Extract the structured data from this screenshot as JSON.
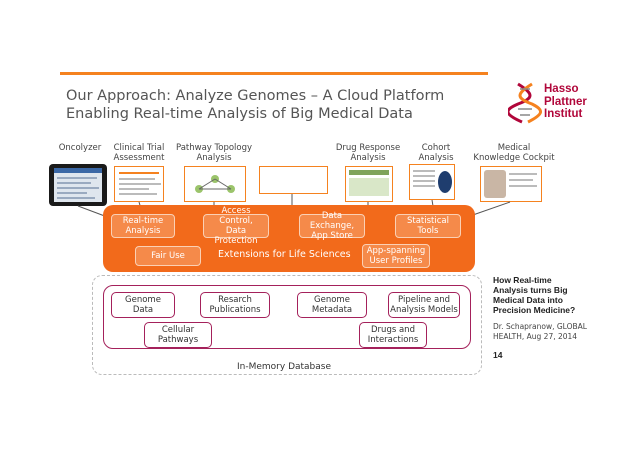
{
  "slide": {
    "title_line1": "Our Approach: Analyze Genomes – A Cloud Platform",
    "title_line2": "Enabling Real-time Analysis of Big Medical Data",
    "logo": {
      "line1": "Hasso",
      "line2": "Plattner",
      "line3": "Institut"
    }
  },
  "apps": [
    {
      "label_line1": "Oncolyzer",
      "label_line2": ""
    },
    {
      "label_line1": "Clinical Trial",
      "label_line2": "Assessment"
    },
    {
      "label_line1": "Pathway Topology",
      "label_line2": "Analysis"
    },
    {
      "label_line1": "Drug Response",
      "label_line2": "Analysis"
    },
    {
      "label_line1": "Cohort",
      "label_line2": "Analysis"
    },
    {
      "label_line1": "Medical",
      "label_line2": "Knowledge Cockpit"
    }
  ],
  "extensions": {
    "label": "Extensions for Life Sciences",
    "items": [
      {
        "line1": "Real-time",
        "line2": "Analysis"
      },
      {
        "line1": "Access Control,",
        "line2": "Data Protection"
      },
      {
        "line1": "Data Exchange,",
        "line2": "App Store"
      },
      {
        "line1": "Statistical",
        "line2": "Tools"
      },
      {
        "line1": "Fair Use",
        "line2": ""
      },
      {
        "line1": "App-spanning",
        "line2": "User Profiles"
      }
    ]
  },
  "database": {
    "label": "In-Memory Database",
    "items": [
      {
        "line1": "Genome",
        "line2": "Data"
      },
      {
        "line1": "Resarch",
        "line2": "Publications"
      },
      {
        "line1": "Genome",
        "line2": "Metadata"
      },
      {
        "line1": "Pipeline and",
        "line2": "Analysis Models"
      },
      {
        "line1": "Cellular",
        "line2": "Pathways"
      },
      {
        "line1": "Drugs and",
        "line2": "Interactions"
      }
    ]
  },
  "side": {
    "title_line1": "How Real-time",
    "title_line2": "Analysis turns Big",
    "title_line3": "Medical Data into",
    "title_line4": "Precision Medicine?",
    "cite_line1": "Dr. Schapranow, GLOBAL",
    "cite_line2": "HEALTH, Aug 27, 2014",
    "page": "14"
  },
  "colors": {
    "accent_orange": "#f26a1b",
    "db_border": "#a4215b",
    "logo": "#b1063a"
  }
}
